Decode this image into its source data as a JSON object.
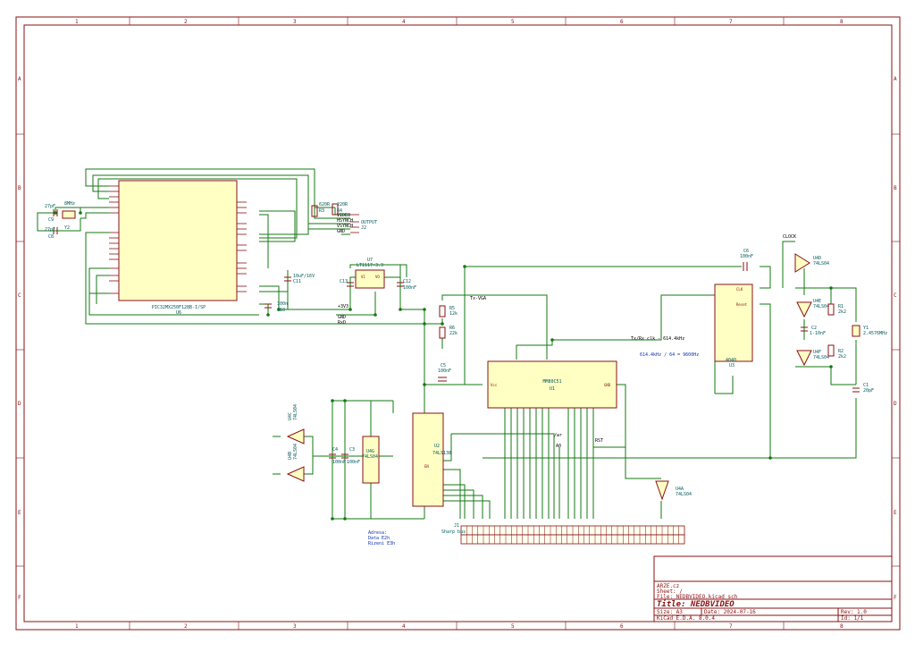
{
  "title_block": {
    "company": "ARZE.cz",
    "sheet": "Sheet: /",
    "file": "File: NEDBVIDEO.kicad_sch",
    "title": "Title: NEDBVIDEO",
    "size": "Size: A3",
    "date": "Date: 2024-07-16",
    "rev": "Rev: 1.0",
    "kicad": "KiCad E.D.A. 8.0.4",
    "id": "Id: 1/1"
  },
  "grid": {
    "cols": [
      "1",
      "2",
      "3",
      "4",
      "5",
      "6",
      "7",
      "8"
    ],
    "rows": [
      "A",
      "B",
      "C",
      "D",
      "E",
      "F"
    ]
  },
  "components": {
    "u6": {
      "ref": "U6",
      "value": "PIC32MX250F128B-I/SP"
    },
    "y2": {
      "ref": "Y2",
      "value": "8MHz"
    },
    "c9": {
      "ref": "C9",
      "value": "27pF"
    },
    "c8": {
      "ref": "C8",
      "value": "27pF"
    },
    "r3": {
      "ref": "R3",
      "value": "620R"
    },
    "r4": {
      "ref": "R4",
      "value": "220R"
    },
    "j2": {
      "ref": "J2",
      "value": "OUTPUT"
    },
    "c11": {
      "ref": "C11",
      "value": "10uF/16V"
    },
    "c10": {
      "ref": "C10",
      "value": "100n"
    },
    "u7": {
      "ref": "U7",
      "value": "LT1117-3.3"
    },
    "c12": {
      "ref": "C12",
      "value": "100nF"
    },
    "c13": {
      "ref": "C13",
      "value": "100nF"
    },
    "r5": {
      "ref": "R5",
      "value": "12k"
    },
    "r6": {
      "ref": "R6",
      "value": "22k"
    },
    "c5": {
      "ref": "C5",
      "value": "100nF"
    },
    "u1": {
      "ref": "U1",
      "value": "MM80C51"
    },
    "c6": {
      "ref": "C6",
      "value": "100nF"
    },
    "u3": {
      "ref": "U3",
      "value": "4040"
    },
    "u4d": {
      "ref": "U4D",
      "value": "74LS04"
    },
    "u4e": {
      "ref": "U4E",
      "value": "74LS04"
    },
    "u4f": {
      "ref": "U4F",
      "value": "74LS04"
    },
    "r1": {
      "ref": "R1",
      "value": "2k2"
    },
    "r2": {
      "ref": "R2",
      "value": "2k2"
    },
    "c2": {
      "ref": "C2",
      "value": "1-10nF"
    },
    "y1": {
      "ref": "Y1",
      "value": "2.4576MHz"
    },
    "c1": {
      "ref": "C1",
      "value": "20pF"
    },
    "u4c": {
      "ref": "U4C",
      "value": "74LS04"
    },
    "u4b": {
      "ref": "U4B",
      "value": "74LS04"
    },
    "c4": {
      "ref": "C4",
      "value": "100nF"
    },
    "c3": {
      "ref": "C3",
      "value": "100nF"
    },
    "u4g": {
      "ref": "U4G",
      "value": "74LS04"
    },
    "u2": {
      "ref": "U2",
      "value": "74LS138"
    },
    "u4a": {
      "ref": "U4A",
      "value": "74LS04"
    },
    "j1": {
      "ref": "J1",
      "value": "Sharp bus"
    }
  },
  "labels": {
    "video": "VIDEO",
    "hsync": "HSYNCH",
    "vsync": "VSYNCH",
    "gnd": "GND",
    "v33": "+3V3",
    "gnd2": "GND",
    "rxd": "RxD",
    "txvga": "Tx-VGA",
    "txrx": "Tx/Rx clk - 614.4kHz",
    "wr": "/wr",
    "a0": "A0",
    "rst": "RST",
    "clock": "CLOCK"
  },
  "notes": {
    "baud": "614.4kHz / 64 = 9600Hz",
    "address_title": "Adresa:",
    "address_data": "Data E2h",
    "address_ctrl": "Rizeni E3h"
  }
}
